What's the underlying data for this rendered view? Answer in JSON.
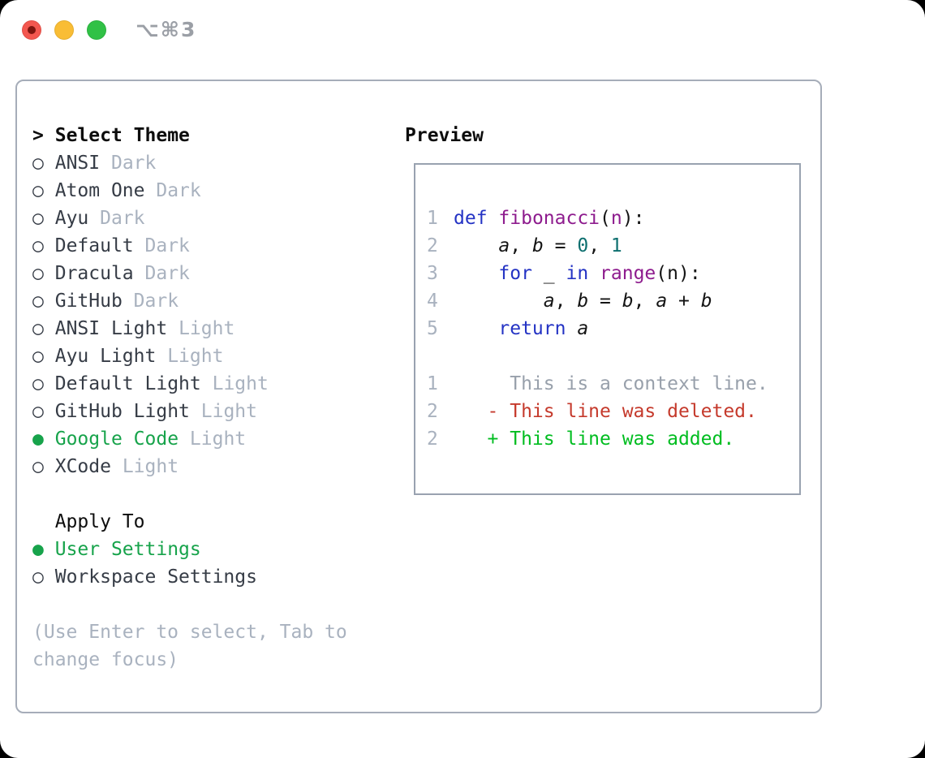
{
  "window": {
    "shortcut_label": "⌥⌘3"
  },
  "theme_selector": {
    "title": "Select Theme",
    "title_marker": ">",
    "marker_unselected": "○",
    "marker_selected": "●",
    "items": [
      {
        "name": "ANSI",
        "tag": "Dark",
        "selected": false
      },
      {
        "name": "Atom One",
        "tag": "Dark",
        "selected": false
      },
      {
        "name": "Ayu",
        "tag": "Dark",
        "selected": false
      },
      {
        "name": "Default",
        "tag": "Dark",
        "selected": false
      },
      {
        "name": "Dracula",
        "tag": "Dark",
        "selected": false
      },
      {
        "name": "GitHub",
        "tag": "Dark",
        "selected": false
      },
      {
        "name": "ANSI Light",
        "tag": "Light",
        "selected": false
      },
      {
        "name": "Ayu Light",
        "tag": "Light",
        "selected": false
      },
      {
        "name": "Default Light",
        "tag": "Light",
        "selected": false
      },
      {
        "name": "GitHub Light",
        "tag": "Light",
        "selected": false
      },
      {
        "name": "Google Code",
        "tag": "Light",
        "selected": true
      },
      {
        "name": "XCode",
        "tag": "Light",
        "selected": false
      }
    ]
  },
  "apply_to": {
    "title": "Apply To",
    "options": [
      {
        "name": "User Settings",
        "selected": true
      },
      {
        "name": "Workspace Settings",
        "selected": false
      }
    ]
  },
  "help_lines": [
    "(Use Enter to select, Tab to",
    "change focus)"
  ],
  "preview": {
    "title": "Preview",
    "lines": [
      {
        "num": "1",
        "segments": [
          {
            "t": "def",
            "s": "kw"
          },
          {
            "t": " ",
            "s": "pln"
          },
          {
            "t": "fibonacci",
            "s": "fn"
          },
          {
            "t": "(",
            "s": "pln"
          },
          {
            "t": "n",
            "s": "fn"
          },
          {
            "t": "):",
            "s": "pln"
          }
        ]
      },
      {
        "num": "2",
        "segments": [
          {
            "t": "    ",
            "s": "pln"
          },
          {
            "t": "a",
            "s": "var"
          },
          {
            "t": ", ",
            "s": "pln"
          },
          {
            "t": "b",
            "s": "var"
          },
          {
            "t": " = ",
            "s": "pln"
          },
          {
            "t": "0",
            "s": "lit"
          },
          {
            "t": ", ",
            "s": "pln"
          },
          {
            "t": "1",
            "s": "lit"
          }
        ]
      },
      {
        "num": "3",
        "segments": [
          {
            "t": "    ",
            "s": "pln"
          },
          {
            "t": "for",
            "s": "kw"
          },
          {
            "t": " _ ",
            "s": "pln"
          },
          {
            "t": "in",
            "s": "kw"
          },
          {
            "t": " ",
            "s": "pln"
          },
          {
            "t": "range",
            "s": "fn"
          },
          {
            "t": "(n):",
            "s": "pln"
          }
        ]
      },
      {
        "num": "4",
        "segments": [
          {
            "t": "        ",
            "s": "pln"
          },
          {
            "t": "a",
            "s": "var"
          },
          {
            "t": ", ",
            "s": "pln"
          },
          {
            "t": "b",
            "s": "var"
          },
          {
            "t": " = ",
            "s": "pln"
          },
          {
            "t": "b",
            "s": "var"
          },
          {
            "t": ", ",
            "s": "pln"
          },
          {
            "t": "a",
            "s": "var"
          },
          {
            "t": " + ",
            "s": "pln"
          },
          {
            "t": "b",
            "s": "var"
          }
        ]
      },
      {
        "num": "5",
        "segments": [
          {
            "t": "    ",
            "s": "pln"
          },
          {
            "t": "return",
            "s": "kw"
          },
          {
            "t": " ",
            "s": "pln"
          },
          {
            "t": "a",
            "s": "var"
          }
        ]
      },
      {
        "num": "",
        "segments": []
      },
      {
        "num": "1",
        "segments": [
          {
            "t": "     This is a context line.",
            "s": "ctx"
          }
        ]
      },
      {
        "num": "2",
        "segments": [
          {
            "t": "   - This line was deleted.",
            "s": "del"
          }
        ]
      },
      {
        "num": "2",
        "segments": [
          {
            "t": "   + This line was added.",
            "s": "add"
          }
        ]
      }
    ]
  },
  "colors": {
    "outside_bg": "#000000",
    "window_bg": "#ffffff",
    "panel_border": "#a6adb9",
    "preview_border": "#99a2b0",
    "heading": "#0d0d0d",
    "item_text": "#363c46",
    "dim": "#a9b2bf",
    "selected_green": "#17a34b",
    "added_green": "#00bd20",
    "deleted_red": "#c53a2c",
    "keyword_blue": "#2433c4",
    "function_purple": "#8e1c8e",
    "literal_teal": "#0d6f6f",
    "code_plain": "#141414",
    "context_gray": "#98a0ab",
    "traffic_red": "#f3574f",
    "traffic_red_dot": "#7e150e",
    "traffic_yellow": "#f9bd35",
    "traffic_green": "#30c146",
    "shortcut_gray": "#9b9fa6"
  }
}
